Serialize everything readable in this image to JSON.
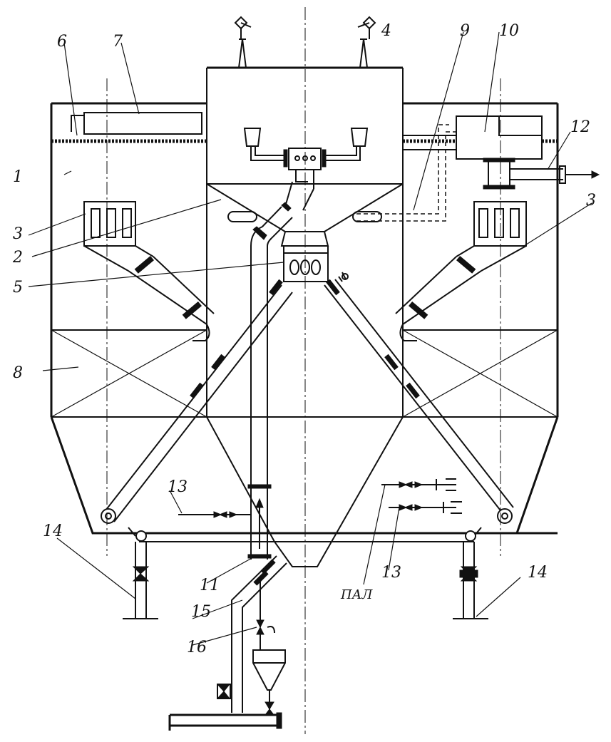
{
  "labels": {
    "l1": "1",
    "l2": "2",
    "l3_left": "3",
    "l3_right": "3",
    "l4": "4",
    "l5": "5",
    "l6": "6",
    "l7": "7",
    "l8": "8",
    "l9": "9",
    "l10": "10",
    "l11": "11",
    "l12": "12",
    "l13_left": "13",
    "l13_right": "13",
    "l14_left": "14",
    "l14_right": "14",
    "l15": "15",
    "l16": "16",
    "pal": "ПАЛ"
  },
  "colors": {
    "ink": "#111111",
    "paper": "#ffffff"
  }
}
